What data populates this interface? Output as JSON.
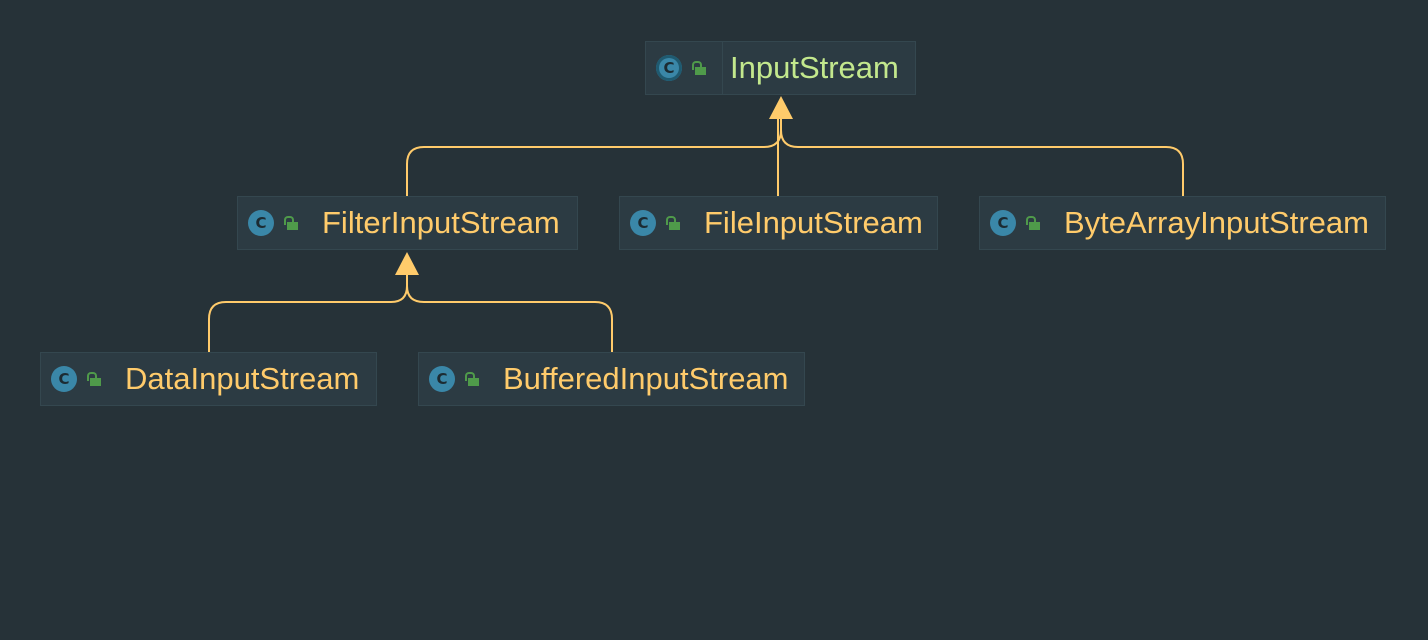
{
  "diagram": {
    "edge_color": "#ffcb6b",
    "nodes": [
      {
        "id": "InputStream",
        "label": "InputStream",
        "kind": "abstract-class",
        "icon": "c-icon",
        "visibility_icon": "public-lock-icon",
        "label_color": "#c3e88d"
      },
      {
        "id": "FilterInputStream",
        "label": "FilterInputStream",
        "kind": "class",
        "icon": "c-icon",
        "visibility_icon": "public-lock-icon",
        "label_color": "#ffcb6b"
      },
      {
        "id": "FileInputStream",
        "label": "FileInputStream",
        "kind": "class",
        "icon": "c-icon",
        "visibility_icon": "public-lock-icon",
        "label_color": "#ffcb6b"
      },
      {
        "id": "ByteArrayInputStream",
        "label": "ByteArrayInputStream",
        "kind": "class",
        "icon": "c-icon",
        "visibility_icon": "public-lock-icon",
        "label_color": "#ffcb6b"
      },
      {
        "id": "DataInputStream",
        "label": "DataInputStream",
        "kind": "class",
        "icon": "c-icon",
        "visibility_icon": "public-lock-icon",
        "label_color": "#ffcb6b"
      },
      {
        "id": "BufferedInputStream",
        "label": "BufferedInputStream",
        "kind": "class",
        "icon": "c-icon",
        "visibility_icon": "public-lock-icon",
        "label_color": "#ffcb6b"
      }
    ],
    "edges": [
      {
        "from": "FilterInputStream",
        "to": "InputStream",
        "type": "extends"
      },
      {
        "from": "FileInputStream",
        "to": "InputStream",
        "type": "extends"
      },
      {
        "from": "ByteArrayInputStream",
        "to": "InputStream",
        "type": "extends"
      },
      {
        "from": "DataInputStream",
        "to": "FilterInputStream",
        "type": "extends"
      },
      {
        "from": "BufferedInputStream",
        "to": "FilterInputStream",
        "type": "extends"
      }
    ],
    "icon_letter": "C"
  }
}
